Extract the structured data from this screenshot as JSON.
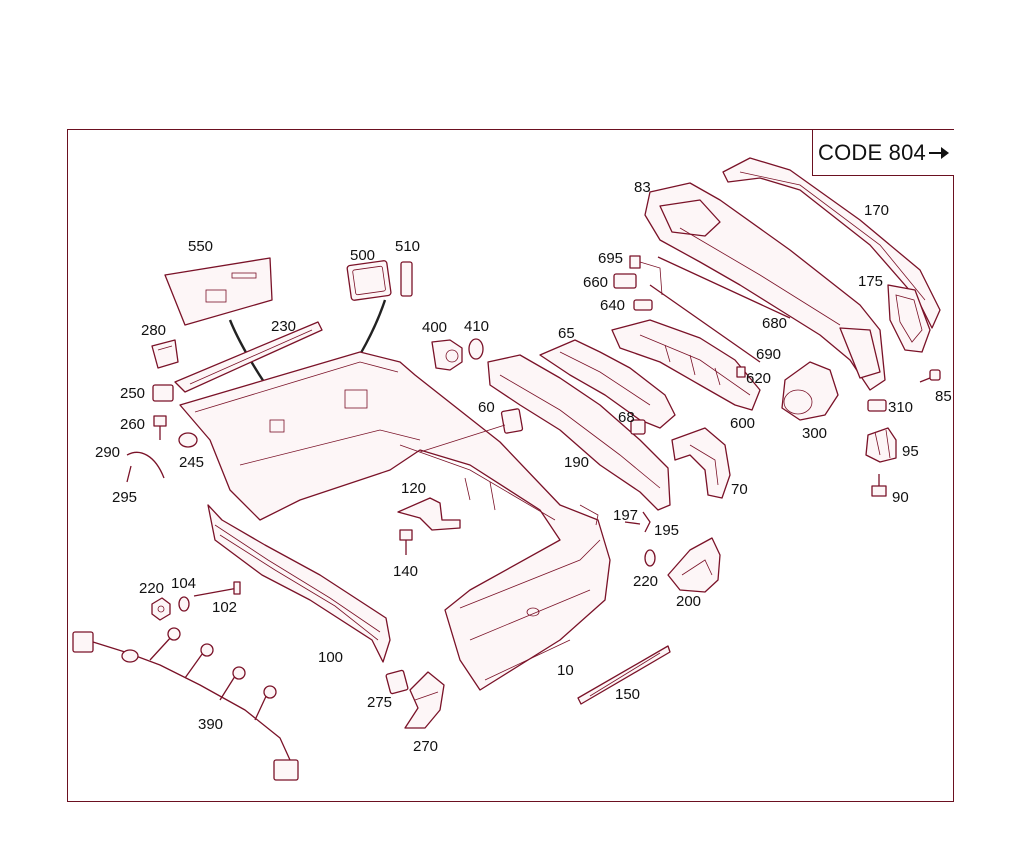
{
  "code_label": "CODE 804",
  "code_arrow_icon": "arrow-right-icon",
  "colors": {
    "frame": "#6b1020",
    "parts": "#7a1228",
    "labels": "#111111"
  },
  "callouts": [
    "10",
    "60",
    "65",
    "68",
    "70",
    "83",
    "85",
    "90",
    "95",
    "100",
    "102",
    "104",
    "120",
    "140",
    "150",
    "170",
    "175",
    "190",
    "195",
    "197",
    "200",
    "220",
    "220",
    "230",
    "245",
    "250",
    "260",
    "270",
    "275",
    "280",
    "290",
    "295",
    "300",
    "310",
    "390",
    "400",
    "410",
    "500",
    "510",
    "550",
    "600",
    "620",
    "640",
    "660",
    "680",
    "690",
    "695"
  ]
}
